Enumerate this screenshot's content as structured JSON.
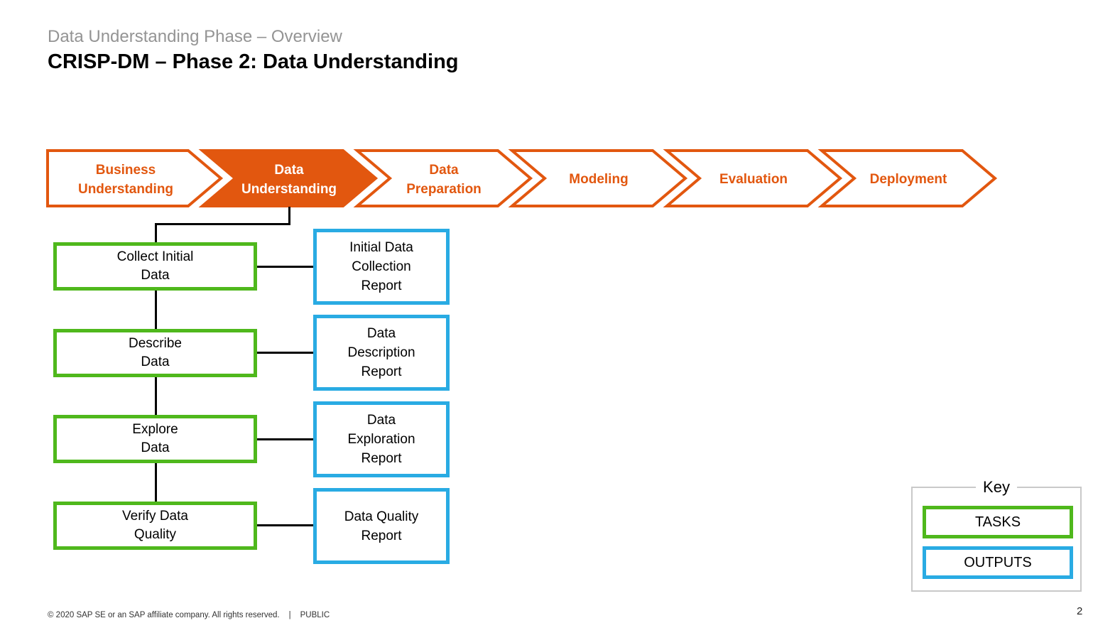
{
  "header": {
    "subtitle": "Data Understanding Phase – Overview",
    "title": "CRISP-DM – Phase 2: Data Understanding"
  },
  "process_flow": {
    "active_step": "Data Understanding",
    "steps": [
      {
        "label": "Business Understanding",
        "label_lines": [
          "Business",
          "Understanding"
        ],
        "active": false
      },
      {
        "label": "Data Understanding",
        "label_lines": [
          "Data",
          "Understanding"
        ],
        "active": true
      },
      {
        "label": "Data Preparation",
        "label_lines": [
          "Data",
          "Preparation"
        ],
        "active": false
      },
      {
        "label": "Modeling",
        "label_lines": [
          "Modeling"
        ],
        "active": false
      },
      {
        "label": "Evaluation",
        "label_lines": [
          "Evaluation"
        ],
        "active": false
      },
      {
        "label": "Deployment",
        "label_lines": [
          "Deployment"
        ],
        "active": false
      }
    ]
  },
  "tasks": [
    {
      "label": "Collect Initial Data",
      "label_lines": [
        "Collect Initial",
        "Data"
      ],
      "output": "Initial Data Collection Report",
      "output_lines": [
        "Initial Data",
        "Collection",
        "Report"
      ]
    },
    {
      "label": "Describe Data",
      "label_lines": [
        "Describe",
        "Data"
      ],
      "output": "Data Description Report",
      "output_lines": [
        "Data",
        "Description",
        "Report"
      ]
    },
    {
      "label": "Explore Data",
      "label_lines": [
        "Explore",
        "Data"
      ],
      "output": "Data Exploration Report",
      "output_lines": [
        "Data",
        "Exploration",
        "Report"
      ]
    },
    {
      "label": "Verify Data Quality",
      "label_lines": [
        "Verify Data",
        "Quality"
      ],
      "output": "Data Quality Report",
      "output_lines": [
        "Data Quality",
        "Report"
      ]
    }
  ],
  "key": {
    "title": "Key",
    "items": [
      {
        "label": "TASKS",
        "color": "#4FB81C"
      },
      {
        "label": "OUTPUTS",
        "color": "#29ABE3"
      }
    ]
  },
  "footer": {
    "copyright": "© 2020 SAP SE or an SAP affiliate company. All rights reserved.",
    "divider": "|",
    "classification": "PUBLIC",
    "page_number": "2"
  },
  "colors": {
    "accent_orange": "#E2570F",
    "task_green": "#4FB81C",
    "output_blue": "#29ABE3",
    "subtitle_gray": "#949494",
    "connector_black": "#000000",
    "key_border_gray": "#C9C9C9"
  }
}
